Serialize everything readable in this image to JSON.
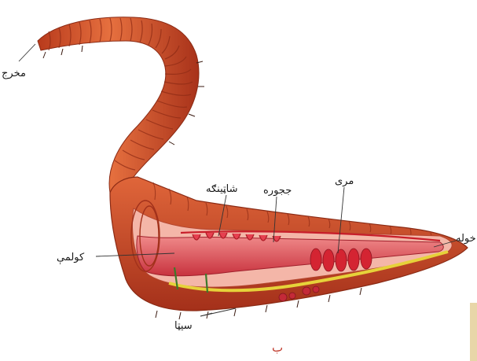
{
  "labels": {
    "anus": "مخرج",
    "mouth": "خوله",
    "esophagus": "مری",
    "crop": "ججوره",
    "gizzard": "شاټينګه",
    "intestine": "کولمې",
    "setae": "سيټا"
  },
  "figure_letter": "ب",
  "colors": {
    "body": "#d2502c",
    "body_dark": "#9c2f16",
    "internal": "#e0424f",
    "nerve_cord": "#e6d23a",
    "blood_vessel": "#c81e2a"
  }
}
